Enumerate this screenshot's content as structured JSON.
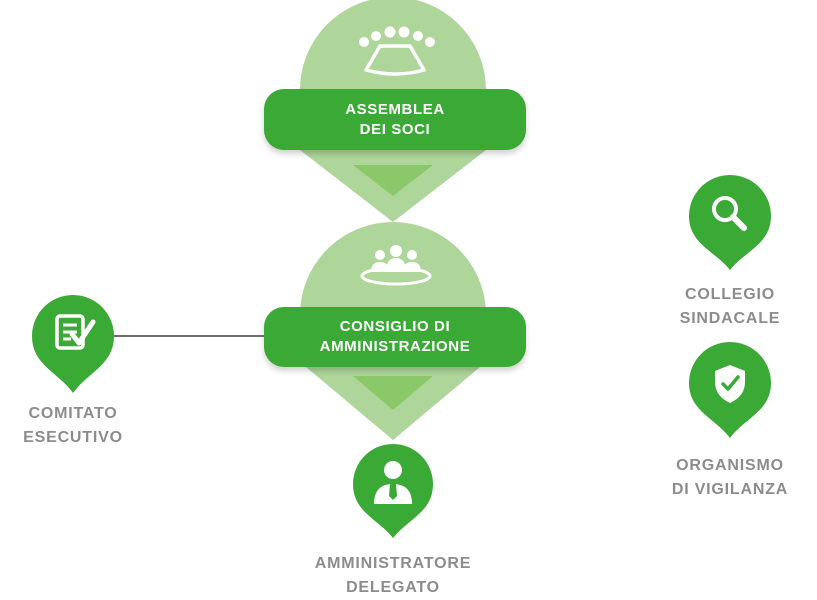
{
  "colors": {
    "dark_green": "#3aa935",
    "light_green": "#aed69a",
    "mid_green": "#8ac86a",
    "label_gray": "#8c8c8c",
    "connector": "#6d6d6d"
  },
  "nodes": {
    "assemblea": {
      "line1": "ASSEMBLEA",
      "line2": "DEI SOCI",
      "icon": "meeting-icon"
    },
    "consiglio": {
      "line1": "CONSIGLIO DI",
      "line2": "AMMINISTRAZIONE",
      "icon": "board-table-icon"
    },
    "comitato": {
      "line1": "COMITATO",
      "line2": "ESECUTIVO",
      "icon": "checklist-icon"
    },
    "amministratore": {
      "line1": "AMMINISTRATORE",
      "line2": "DELEGATO",
      "icon": "person-icon"
    },
    "collegio": {
      "line1": "COLLEGIO",
      "line2": "SINDACALE",
      "icon": "search-icon"
    },
    "organismo": {
      "line1": "ORGANISMO",
      "line2": "DI VIGILANZA",
      "icon": "shield-check-icon"
    }
  }
}
